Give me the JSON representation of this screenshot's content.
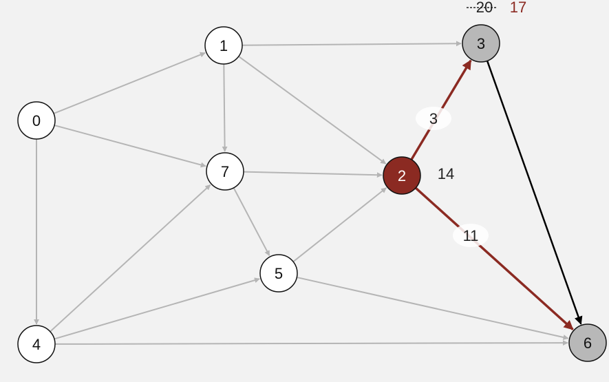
{
  "colors": {
    "background": "#f2f2f2",
    "edge_default": "#b5b5b5",
    "edge_relaxed": "#8b2a22",
    "edge_tree": "#000000",
    "node_default_fill": "#ffffff",
    "node_visited_fill": "#b8b8b8",
    "node_current_fill": "#8b2a22",
    "node_stroke": "#111111",
    "updated_distance": "#8b2a22",
    "weight_bubble": "#ffffff"
  },
  "nodes": [
    {
      "id": "0",
      "label": "0",
      "state": "default"
    },
    {
      "id": "1",
      "label": "1",
      "state": "default"
    },
    {
      "id": "2",
      "label": "2",
      "state": "current"
    },
    {
      "id": "3",
      "label": "3",
      "state": "visited"
    },
    {
      "id": "4",
      "label": "4",
      "state": "default"
    },
    {
      "id": "5",
      "label": "5",
      "state": "default"
    },
    {
      "id": "6",
      "label": "6",
      "state": "visited"
    },
    {
      "id": "7",
      "label": "7",
      "state": "default"
    }
  ],
  "edges": [
    {
      "from": "0",
      "to": "1",
      "style": "default"
    },
    {
      "from": "0",
      "to": "7",
      "style": "default"
    },
    {
      "from": "0",
      "to": "4",
      "style": "default"
    },
    {
      "from": "1",
      "to": "3",
      "style": "default"
    },
    {
      "from": "1",
      "to": "7",
      "style": "default"
    },
    {
      "from": "1",
      "to": "2",
      "style": "default"
    },
    {
      "from": "7",
      "to": "2",
      "style": "default"
    },
    {
      "from": "7",
      "to": "5",
      "style": "default"
    },
    {
      "from": "5",
      "to": "2",
      "style": "default"
    },
    {
      "from": "4",
      "to": "7",
      "style": "default"
    },
    {
      "from": "4",
      "to": "5",
      "style": "default"
    },
    {
      "from": "4",
      "to": "6",
      "style": "default"
    },
    {
      "from": "5",
      "to": "6",
      "style": "default"
    },
    {
      "from": "2",
      "to": "3",
      "style": "relaxed",
      "weight": "3"
    },
    {
      "from": "2",
      "to": "6",
      "style": "relaxed",
      "weight": "11"
    },
    {
      "from": "3",
      "to": "6",
      "style": "tree"
    }
  ],
  "distances": {
    "node_2": "14",
    "node_3_old": "20",
    "node_3_new": "17"
  }
}
